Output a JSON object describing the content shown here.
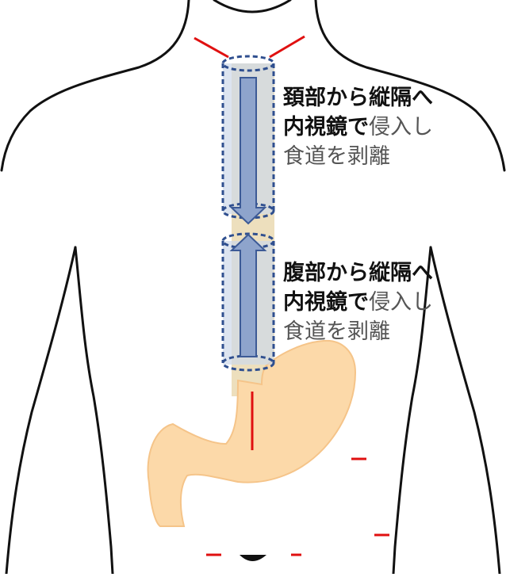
{
  "colors": {
    "outline": "#111111",
    "incision": "#e01010",
    "stomach_fill": "#fcd9a9",
    "stomach_stroke": "#f5c489",
    "esophagus": "#ead9b2",
    "scope_region": "#cdd9ea",
    "scope_border": "#2f4f8f",
    "arrow_fill": "#8ea4cc",
    "arrow_stroke": "#3c5a96"
  },
  "upper_caption": {
    "line1": "頚部から縦隔へ",
    "line2_bold": "内視鏡で",
    "line2_normal": "侵入し",
    "line3": "食道を剥離"
  },
  "lower_caption": {
    "line1": "腹部から縦隔へ",
    "line2_bold": "内視鏡で",
    "line2_normal": "侵入し",
    "line3": "食道を剥離"
  }
}
